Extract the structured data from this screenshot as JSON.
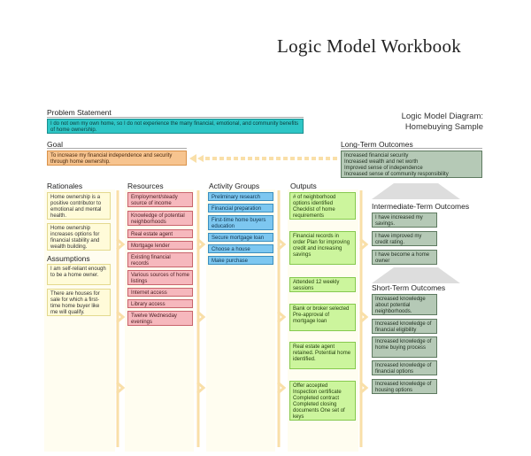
{
  "title": "Logic Model Workbook",
  "diagram_title": "Logic Model Diagram:",
  "diagram_subtitle": "Homebuying Sample",
  "problem": {
    "heading": "Problem Statement",
    "text": "I do not own my own home, so I do not experience the many financial, emotional, and community benefits of home ownership."
  },
  "goal": {
    "heading": "Goal",
    "text": "To increase my financial independence and security through home ownership."
  },
  "long_term": {
    "heading": "Long-Term Outcomes",
    "items": [
      "Increased financial security",
      "Increased wealth and net worth",
      "Improved sense of independence",
      "Increased sense of community responsibility"
    ]
  },
  "rationales": {
    "heading": "Rationales",
    "items": [
      "Home ownership is a positive contributor to emotional and mental health.",
      "Home ownership increases options for financial stability and wealth building."
    ]
  },
  "assumptions": {
    "heading": "Assumptions",
    "items": [
      "I am self-reliant enough to be a home owner.",
      "There are houses for sale for which a first-time home buyer like me will qualify."
    ]
  },
  "resources": {
    "heading": "Resources",
    "items": [
      "Employment/steady source of income",
      "Knowledge of potential neighborhoods",
      "Real estate agent",
      "Mortgage lender",
      "Existing financial records",
      "Various sources of home listings",
      "Internet access",
      "Library access",
      "Twelve Wednesday evenings"
    ]
  },
  "activity_groups": {
    "heading": "Activity Groups",
    "items": [
      "Preliminary research",
      "Financial preparation",
      "First-time home buyers education",
      "Secure mortgage loan",
      "Choose a house",
      "Make purchase"
    ]
  },
  "outputs": {
    "heading": "Outputs",
    "items": [
      "# of neighborhood options identified Checklist of home requirements",
      "Financial records in order Plan for improving credit and increasing savings",
      "Attended 12 weekly sessions",
      "Bank or broker selected Pre-approval of mortgage loan",
      "Real estate agent retained. Potential home identified.",
      "Offer accepted Inspection certificate Completed contract Completed closing documents One set of keys"
    ]
  },
  "intermediate": {
    "heading": "Intermediate-Term Outcomes",
    "items": [
      "I have increased my savings.",
      "I have improved my credit rating.",
      "I have become a home owner"
    ]
  },
  "short_term": {
    "heading": "Short-Term Outcomes",
    "items": [
      "Increased knowledge about potential neighborhoods.",
      "Increased knowledge of financial eligibility",
      "Increased knowledge of home buying process",
      "Increased knowledge of financial options",
      "Increased knowledge of housing options"
    ]
  },
  "colors": {
    "teal": "#2ec6c6",
    "orange": "#f7c48f",
    "gray": "#b5c9b6",
    "pink": "#f6b8bd",
    "blue": "#7dc7f0",
    "green": "#ccf59d",
    "arrow": "#f9dfa8"
  }
}
